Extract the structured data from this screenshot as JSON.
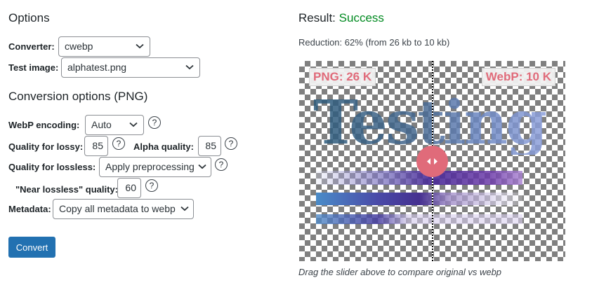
{
  "options": {
    "heading": "Options",
    "converter": {
      "label": "Converter:",
      "value": "cwebp"
    },
    "test_image": {
      "label": "Test image:",
      "value": "alphatest.png"
    }
  },
  "conversion": {
    "heading": "Conversion options (PNG)",
    "webp_encoding": {
      "label": "WebP encoding:",
      "value": "Auto"
    },
    "quality_lossy": {
      "label": "Quality for lossy:",
      "value": "85"
    },
    "alpha_quality": {
      "label": "Alpha quality:",
      "value": "85"
    },
    "quality_lossless": {
      "label": "Quality for lossless:",
      "value": "Apply preprocessing"
    },
    "near_lossless": {
      "label": "\"Near lossless\" quality:",
      "value": "60"
    },
    "metadata": {
      "label": "Metadata:",
      "value": "Copy all metadata to webp"
    },
    "help_glyph": "?",
    "convert_label": "Convert"
  },
  "result": {
    "label": "Result:",
    "status": "Success",
    "reduction": "Reduction: 62% (from 26 kb to 10 kb)",
    "png_tag": "PNG: 26 K",
    "webp_tag": "WebP: 10 K",
    "image_text": "Testing",
    "caption": "Drag the slider above to compare original vs webp"
  },
  "colors": {
    "accent": "#2271b1",
    "success": "#008a20",
    "handle": "#e06b7a"
  }
}
